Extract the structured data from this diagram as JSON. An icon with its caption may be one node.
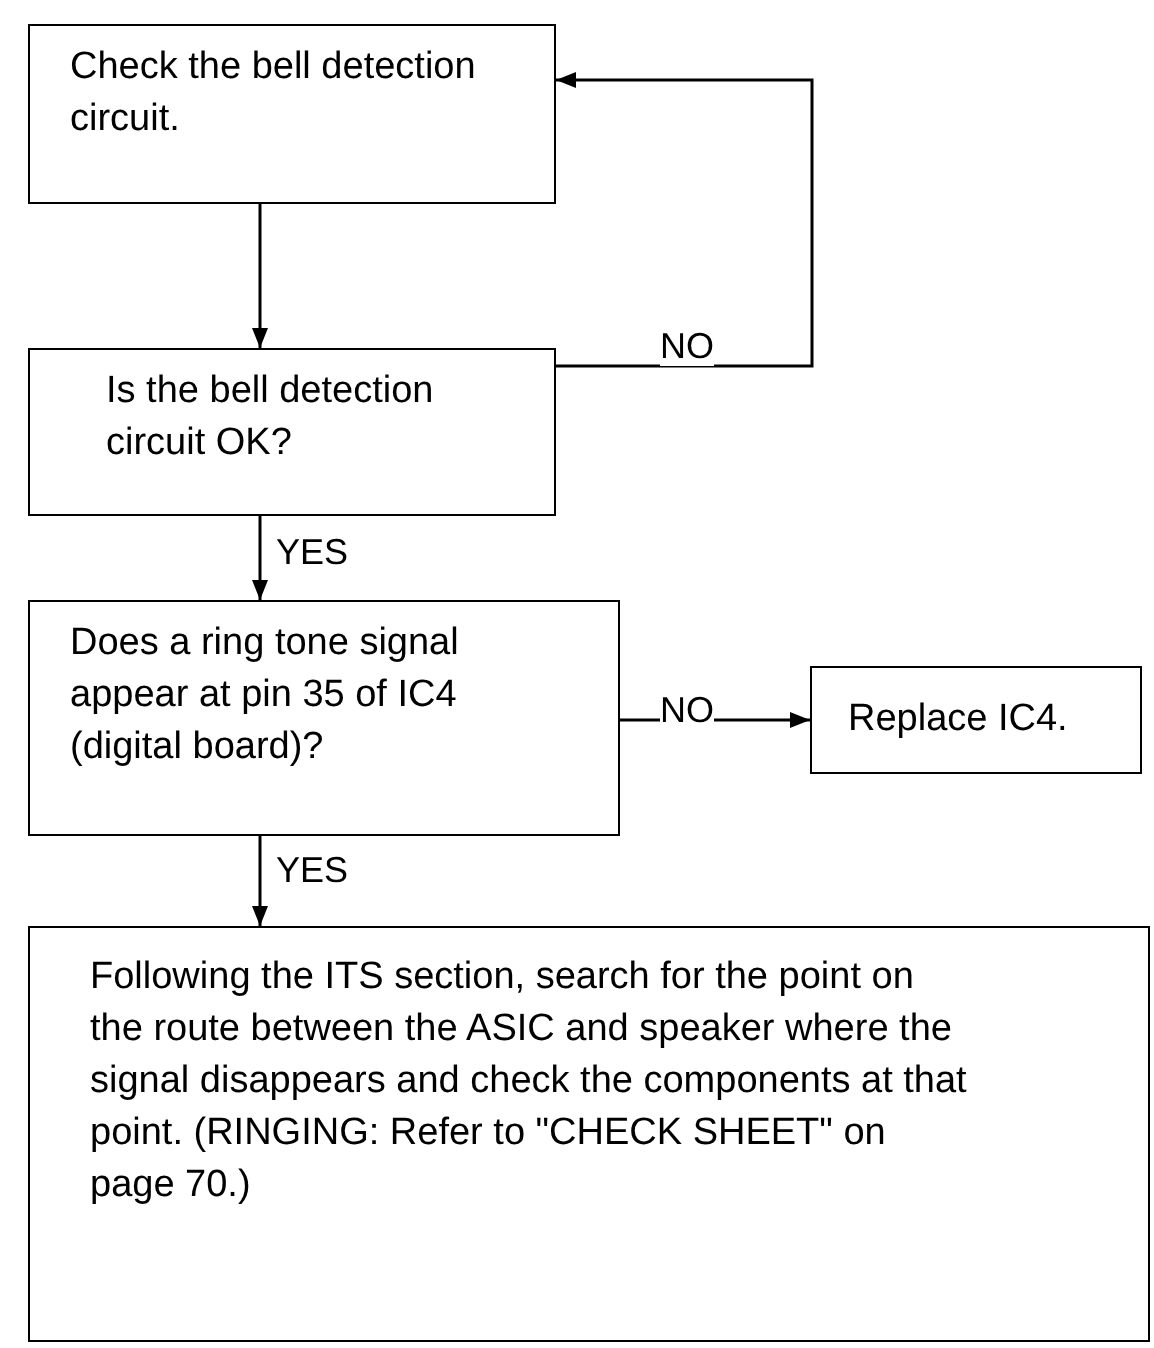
{
  "diagram": {
    "nodes": [
      {
        "text": [
          "Check the bell detection circuit."
        ]
      },
      {
        "text": [
          "Is the bell detection circuit OK?"
        ]
      },
      {
        "text": [
          "Does a ring tone signal appear at pin 35 of IC4 (digital board)?"
        ]
      },
      {
        "text": [
          "Replace IC4."
        ]
      },
      {
        "text": [
          "Following the ITS section, search for the point on the route between the ASIC and speaker where the signal disappears and check the components at that point. (RINGING: Refer to \"CHECK SHEET\" on page 70.)"
        ]
      }
    ],
    "edges": [
      {
        "from": 0,
        "to": 1,
        "arrow": "to"
      },
      {
        "from": 1,
        "to": 0,
        "arrow": "to",
        "label": "NO"
      },
      {
        "from": 1,
        "to": 2,
        "arrow": "to",
        "label": "YES"
      },
      {
        "from": 2,
        "to": 3,
        "arrow": "to",
        "label": "NO"
      },
      {
        "from": 2,
        "to": 4,
        "arrow": "to",
        "label": "YES"
      }
    ]
  }
}
